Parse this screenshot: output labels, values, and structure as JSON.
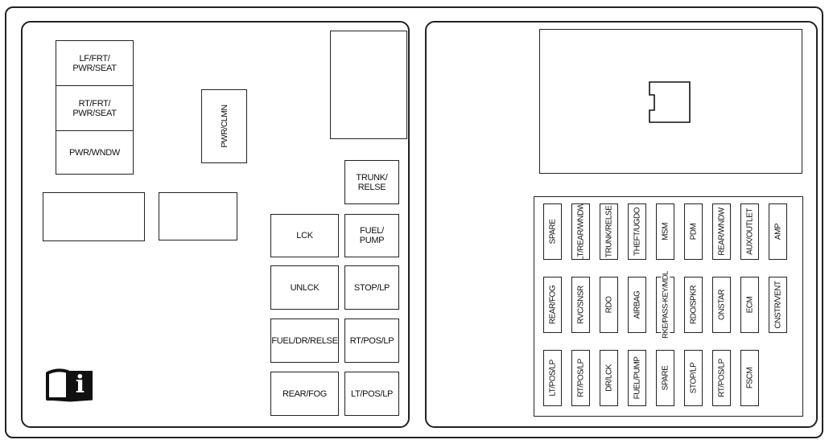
{
  "left": {
    "stack": [
      "LF/FRT/\nPWR/SEAT",
      "RT/FRT/\nPWR/SEAT",
      "PWR/WNDW"
    ],
    "pwr_clmn": "PWR/CLMN",
    "relays_col1": [
      "LCK",
      "UNLCK",
      "FUEL/DR/RELSE",
      "REAR/FOG"
    ],
    "relays_col2": [
      "TRUNK/\nRELSE",
      "FUEL/\nPUMP",
      "STOP/LP",
      "RT/POS/LP",
      "LT/POS/LP"
    ],
    "manual_icon": "i"
  },
  "fuses": {
    "row1": [
      "SPARE",
      "LT/REAR/WNDW",
      "TRUNK/RELSE",
      "THEFT/UGDO",
      "MSM",
      "PDM",
      "REAR/WNDW",
      "AUX/OUTLET",
      "AMP"
    ],
    "row2": [
      "REAR/FOG",
      "RVC/SNSR",
      "RDO",
      "AIRBAG",
      "RKE/PASS-KEY/MDL",
      "RDO/SPKR",
      "ONSTAR",
      "ECM",
      "CNSTR/VENT"
    ],
    "row3": [
      "LT/POS/LP",
      "RT/POS/LP",
      "DR/LCK",
      "FUEL/PUMP",
      "SPARE",
      "STOP/LP",
      "RT/POS/LP",
      "FSCM"
    ]
  }
}
